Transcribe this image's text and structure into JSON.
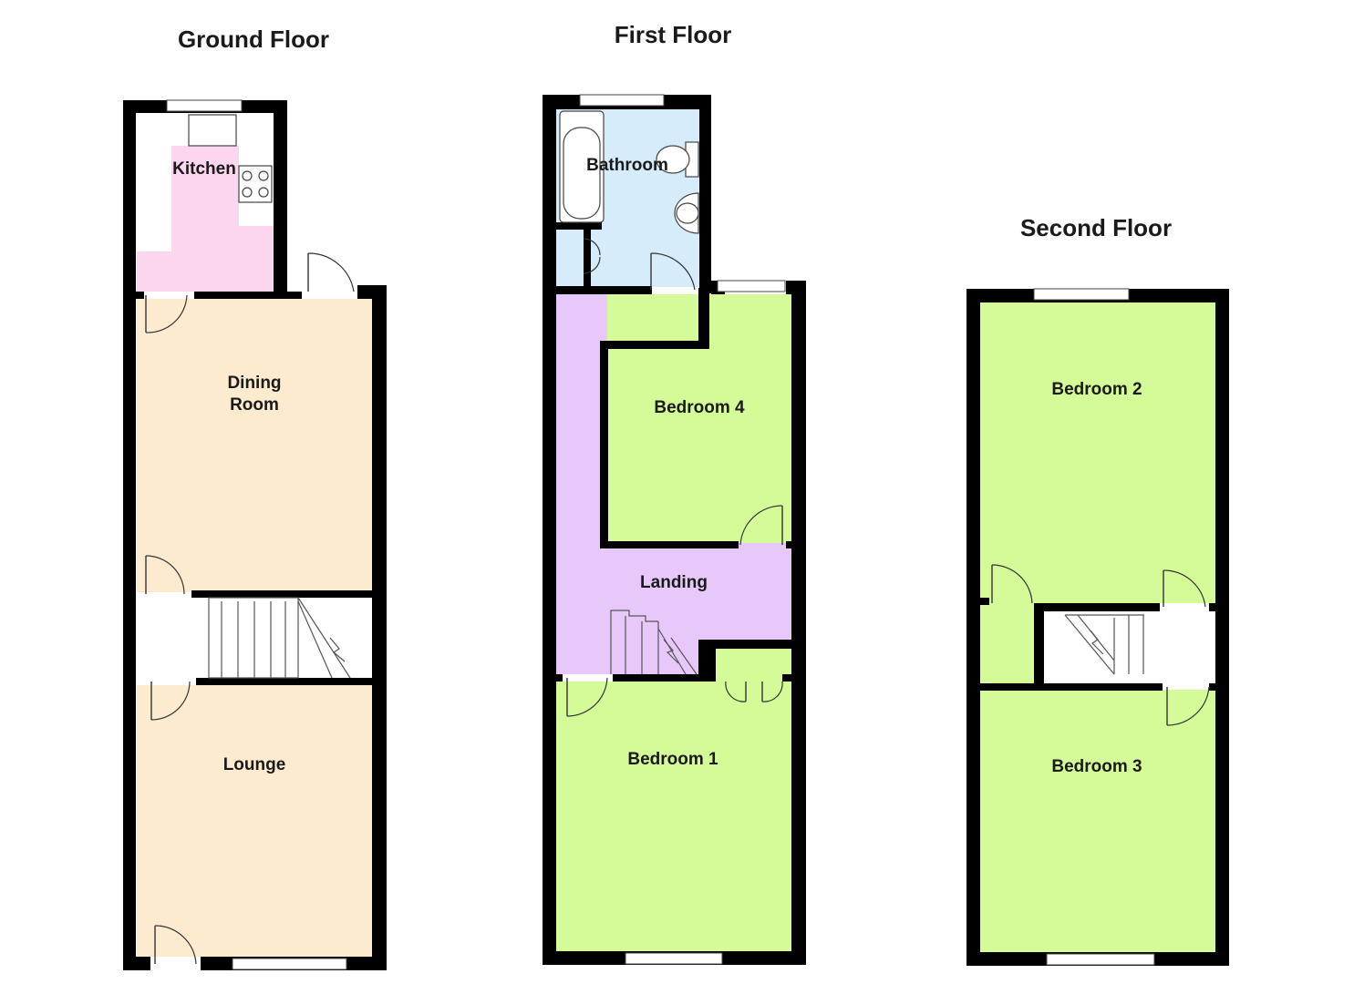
{
  "floors": {
    "ground": {
      "title": "Ground Floor",
      "rooms": {
        "kitchen": "Kitchen",
        "dining_line1": "Dining",
        "dining_line2": "Room",
        "lounge": "Lounge"
      }
    },
    "first": {
      "title": "First Floor",
      "rooms": {
        "bathroom": "Bathroom",
        "bedroom4": "Bedroom 4",
        "landing": "Landing",
        "bedroom1": "Bedroom 1"
      }
    },
    "second": {
      "title": "Second Floor",
      "rooms": {
        "bedroom2": "Bedroom 2",
        "bedroom3": "Bedroom 3"
      }
    }
  },
  "colors": {
    "wall": "#000000",
    "kitchen": "#fcd5ee",
    "reception": "#fdebd0",
    "bathroom": "#d6ecfb",
    "landing": "#e8c8fa",
    "bedroom": "#d5fb98",
    "hall": "#ffffff"
  }
}
